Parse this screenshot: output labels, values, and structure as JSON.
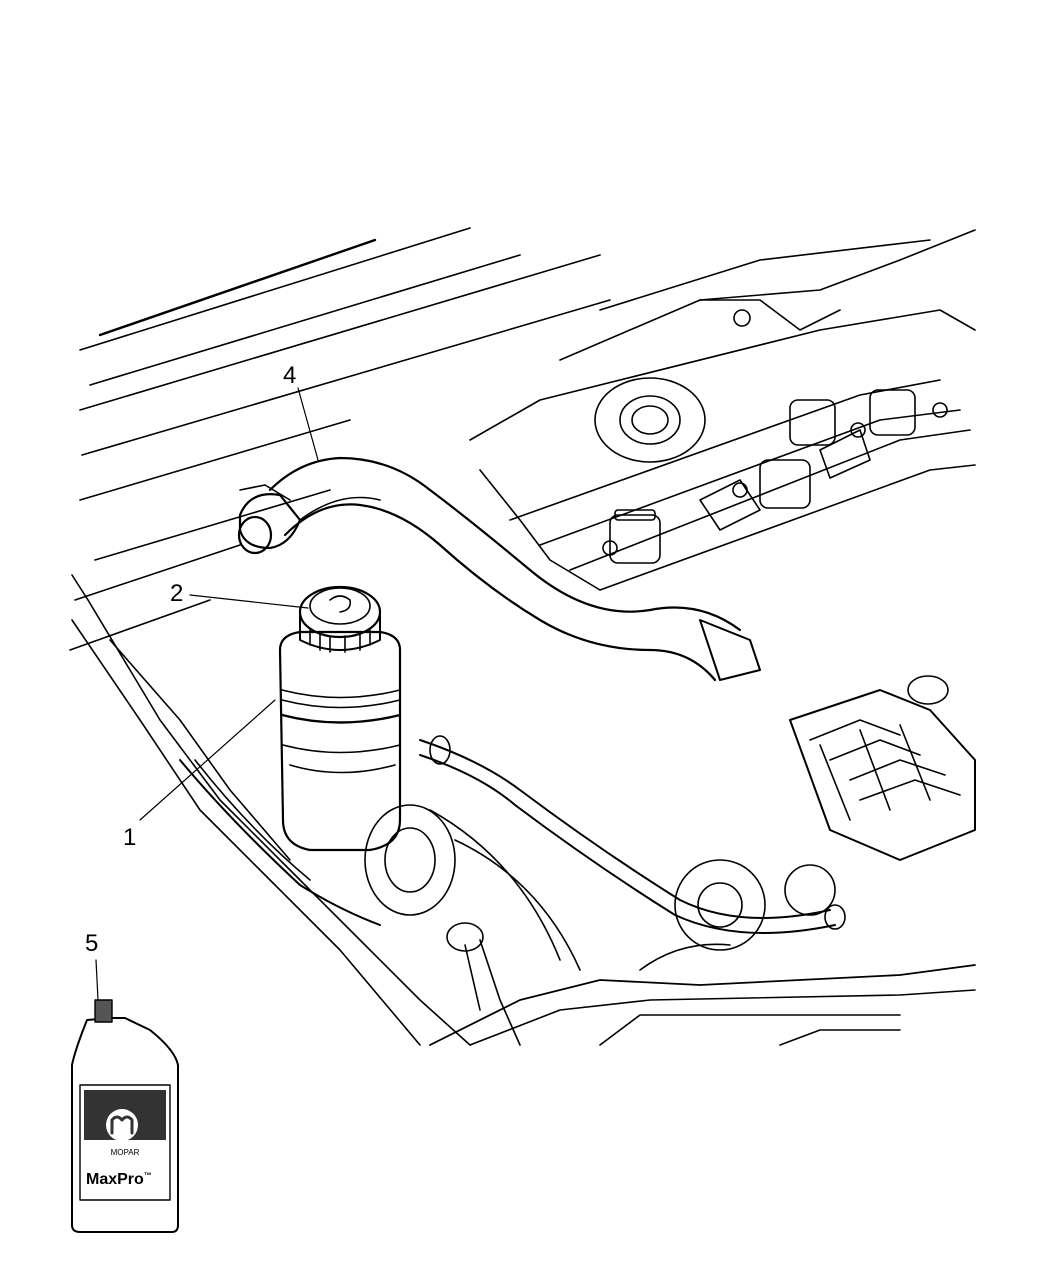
{
  "diagram": {
    "callouts": [
      {
        "id": "1",
        "label": "1"
      },
      {
        "id": "2",
        "label": "2"
      },
      {
        "id": "4",
        "label": "4"
      },
      {
        "id": "5",
        "label": "5"
      }
    ],
    "bottle": {
      "brand_label": "MOPAR",
      "product_label": "MaxPro",
      "product_mark": "™"
    },
    "colors": {
      "line": "#000000",
      "background": "#ffffff",
      "bottle_cap": "#555555",
      "label_panel": "#333333"
    }
  }
}
